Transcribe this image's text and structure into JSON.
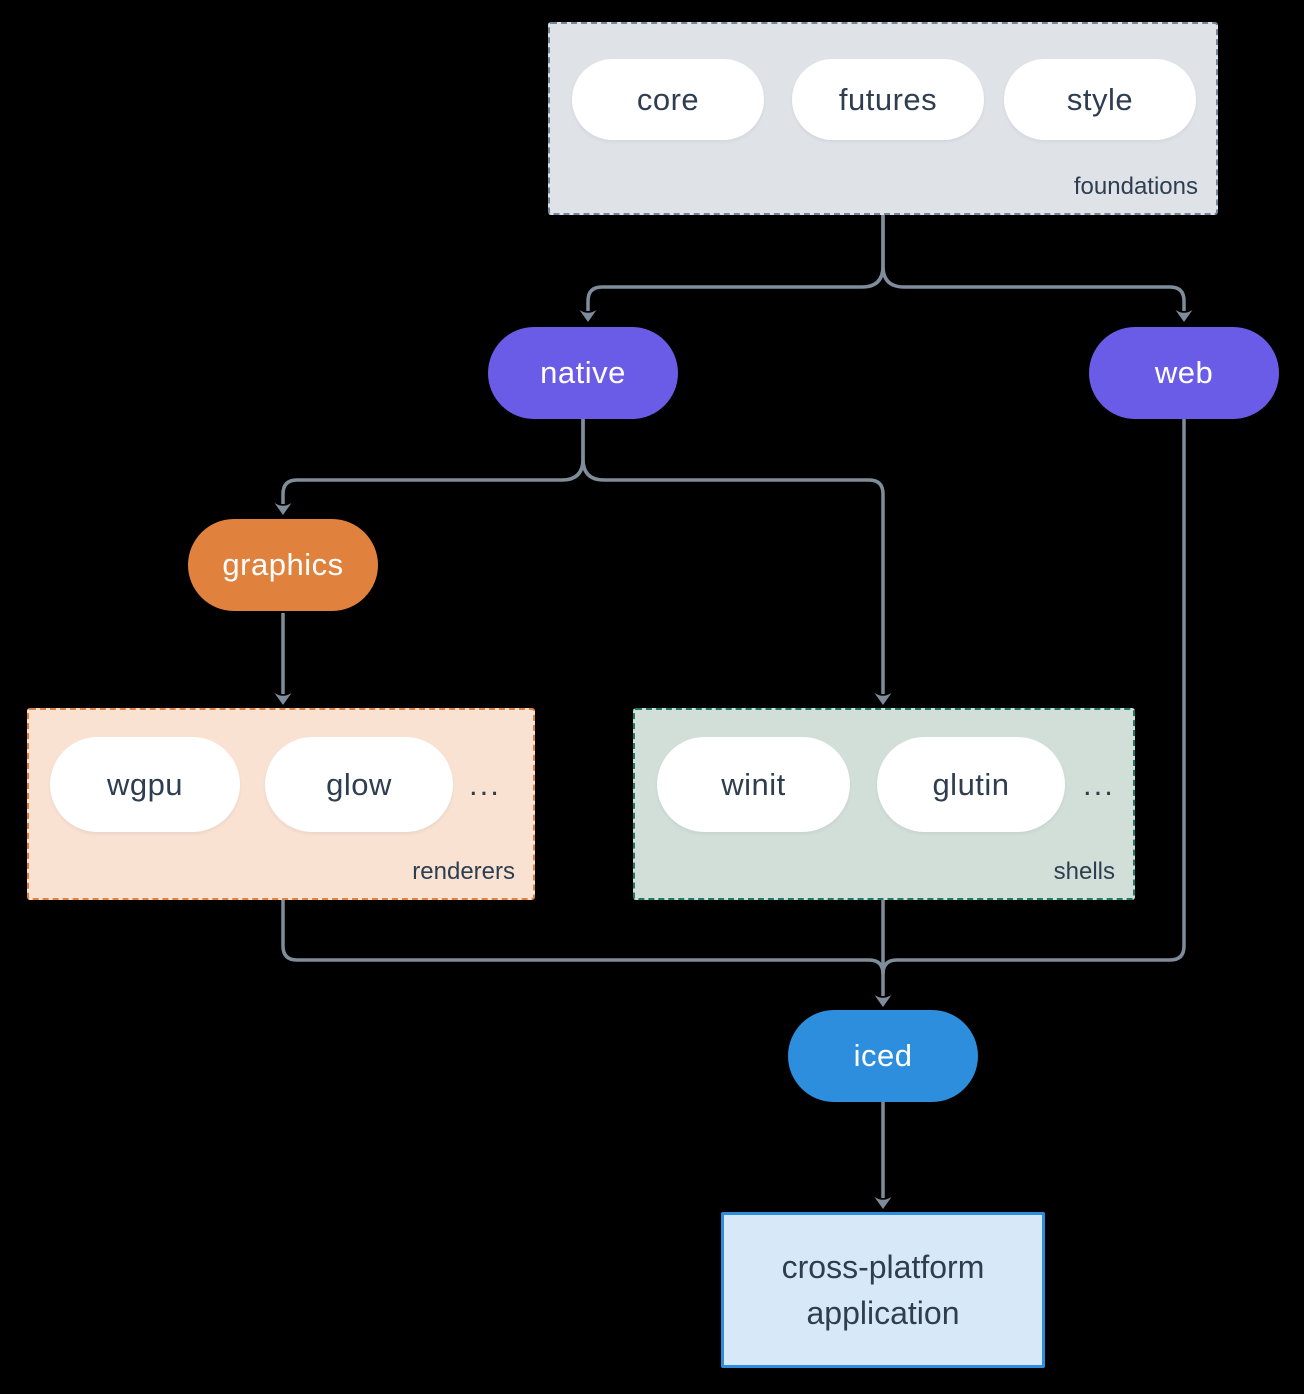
{
  "diagram": {
    "foundations": {
      "label": "foundations",
      "pills": [
        "core",
        "futures",
        "style"
      ]
    },
    "native": {
      "label": "native"
    },
    "web": {
      "label": "web"
    },
    "graphics": {
      "label": "graphics"
    },
    "renderers": {
      "label": "renderers",
      "pills": [
        "wgpu",
        "glow"
      ],
      "ellipsis": "..."
    },
    "shells": {
      "label": "shells",
      "pills": [
        "winit",
        "glutin"
      ],
      "ellipsis": "..."
    },
    "iced": {
      "label": "iced"
    },
    "application": {
      "label": "cross-platform application"
    }
  },
  "colors": {
    "background": "#000000",
    "arrow": "#7e8c9b",
    "purple_node": "#6b5ce7",
    "orange_node": "#e0823d",
    "blue_node": "#2e8ede",
    "foundations_fill": "#dfe3e8",
    "foundations_border": "#74879a",
    "renderers_fill": "#f9e2d2",
    "renderers_border": "#e0823d",
    "shells_fill": "#d2dfd9",
    "shells_border": "#1f7a69",
    "application_fill": "#d7e8f9",
    "application_border": "#2e8ede",
    "text_dark": "#2e3e50",
    "pill_fill": "#ffffff"
  }
}
